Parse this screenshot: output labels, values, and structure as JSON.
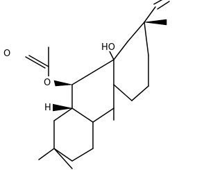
{
  "molecule": {
    "labels": {
      "hydroxyl": "HO",
      "ester_oxygen": "O",
      "carbonyl_oxygen": "O",
      "bridgehead_hydrogen": "H"
    }
  }
}
